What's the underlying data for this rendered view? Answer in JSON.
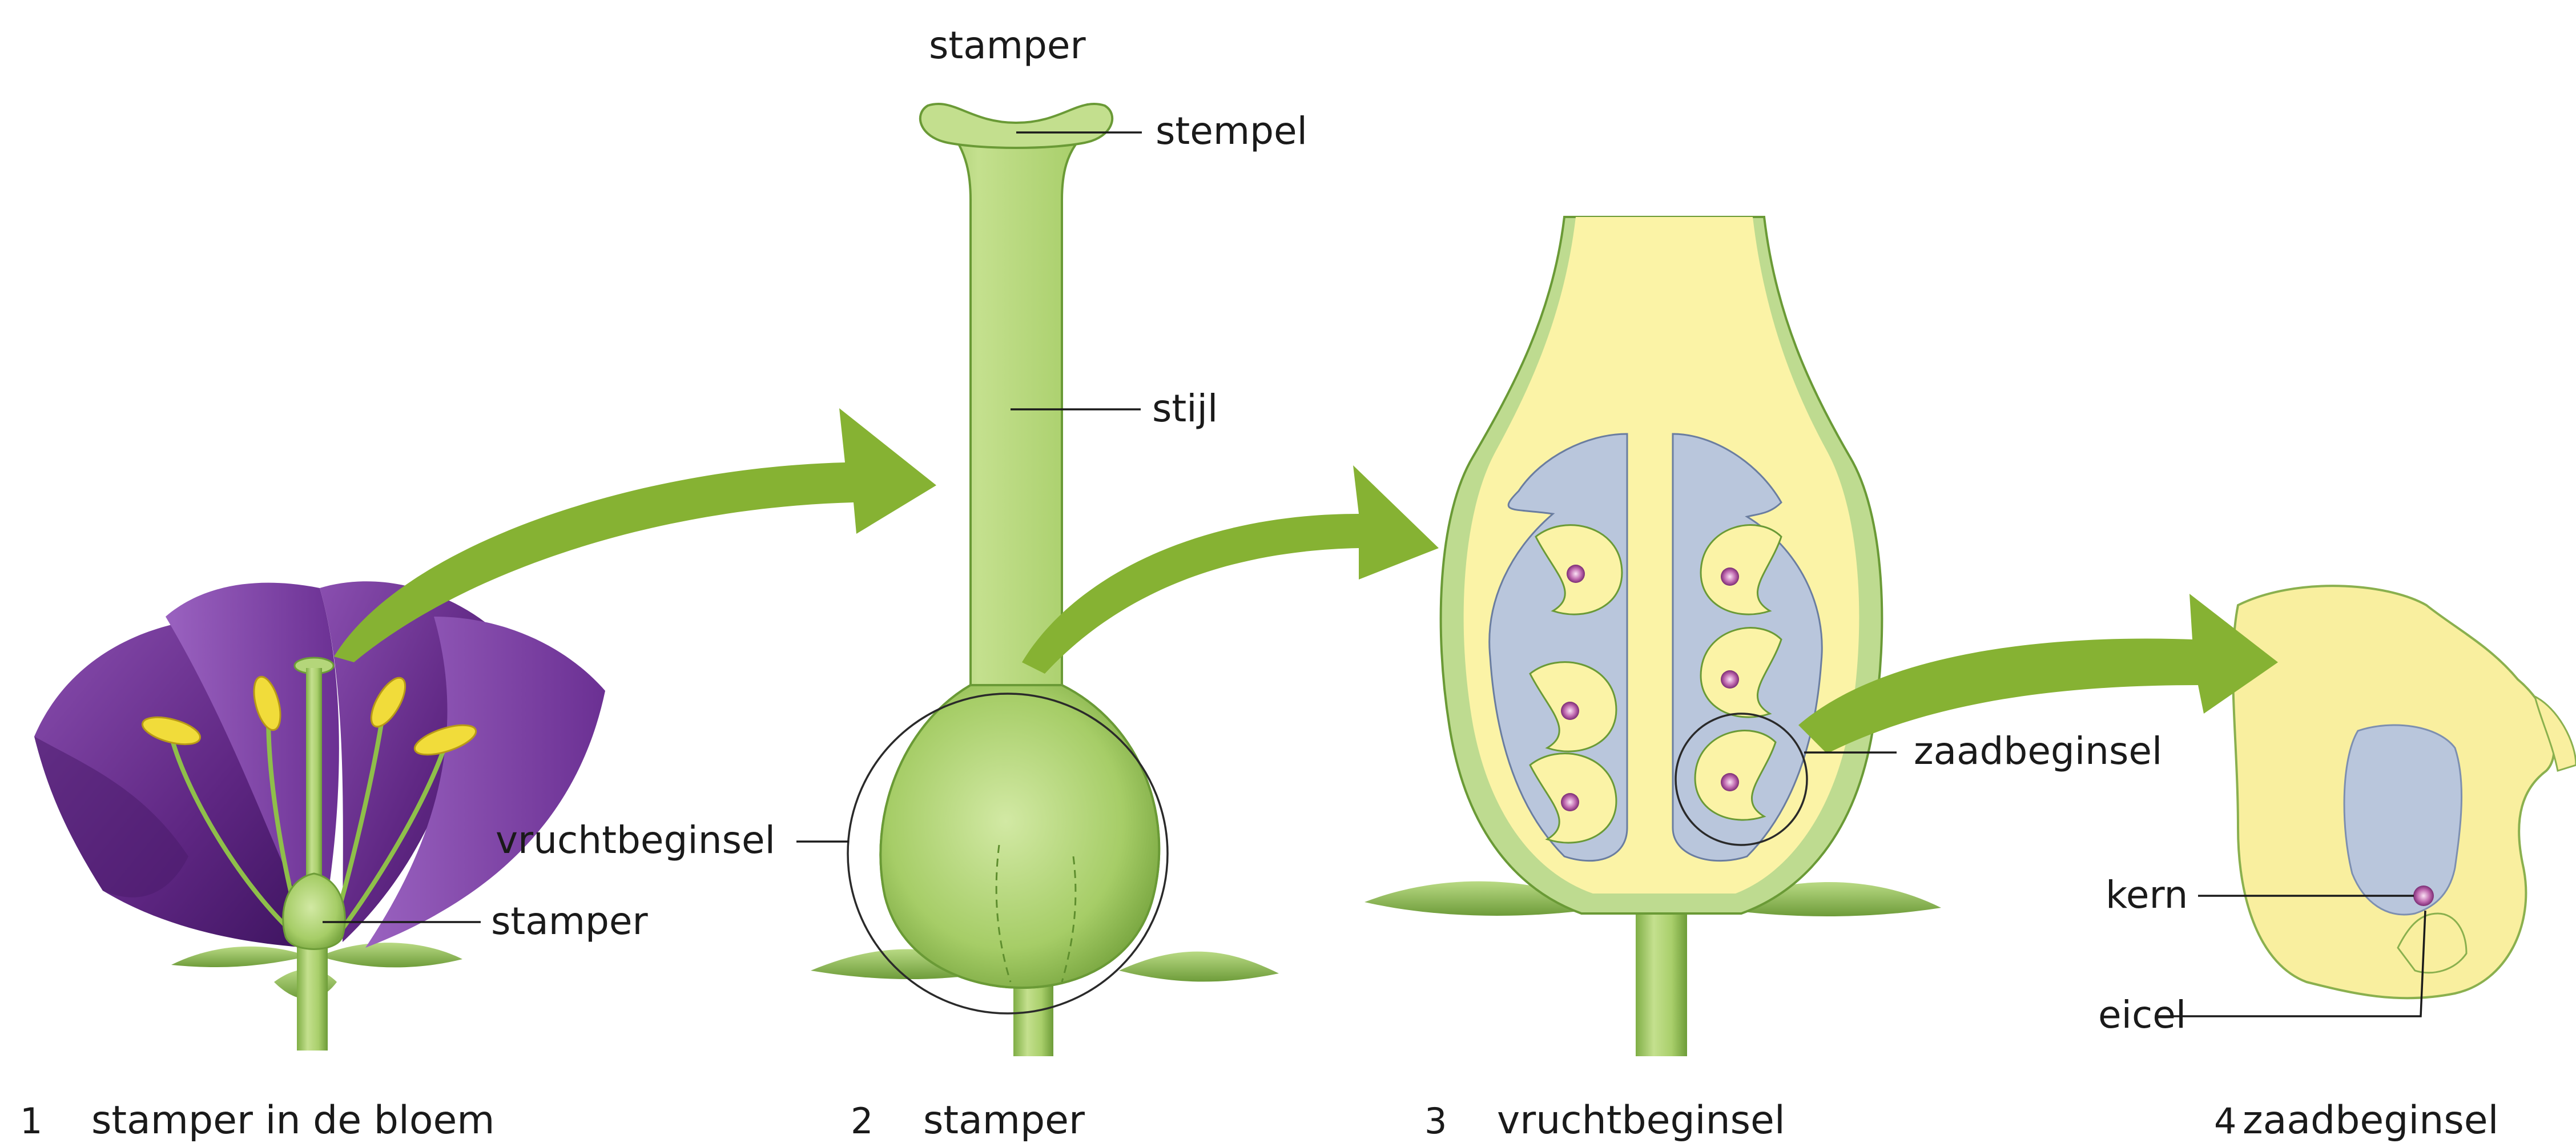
{
  "panels": [
    {
      "number": "1",
      "caption": "stamper in de bloem"
    },
    {
      "number": "2",
      "caption": "stamper"
    },
    {
      "number": "3",
      "caption": "vruchtbeginsel"
    },
    {
      "number": "4",
      "caption": "zaadbeginsel"
    }
  ],
  "labels": {
    "flower_stamper": "stamper",
    "top_title": "stamper",
    "stempel": "stempel",
    "stijl": "stijl",
    "vruchtbeginsel": "vruchtbeginsel",
    "zaadbeginsel": "zaadbeginsel",
    "kern": "kern",
    "eicel": "eicel"
  },
  "colors": {
    "arrow": "#86b233",
    "petal": "#6a2e8c",
    "pistil": "#a8cf6a",
    "ovary_wall": "#fbf3a6",
    "ovule_cavity": "#b9c6dc",
    "anther": "#f1dc3a"
  }
}
